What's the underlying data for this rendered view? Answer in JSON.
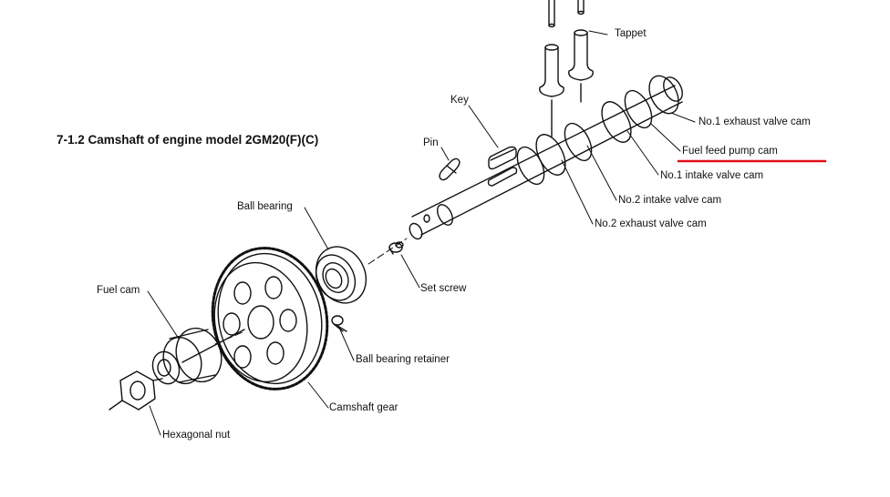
{
  "title": "7-1.2 Camshaft of engine model 2GM20(F)(C)",
  "labels": {
    "tappet": "Tappet",
    "key": "Key",
    "pin": "Pin",
    "no1_exhaust": "No.1 exhaust valve cam",
    "fuel_feed_pump": "Fuel feed pump cam",
    "no1_intake": "No.1 intake valve cam",
    "no2_intake": "No.2 intake valve cam",
    "no2_exhaust": "No.2 exhaust valve cam",
    "ball_bearing": "Ball bearing",
    "set_screw": "Set screw",
    "fuel_cam": "Fuel cam",
    "ball_bearing_retainer": "Ball bearing retainer",
    "camshaft_gear": "Camshaft gear",
    "hexagonal_nut": "Hexagonal nut"
  },
  "colors": {
    "ink": "#111111",
    "highlight": "#e0101a"
  }
}
